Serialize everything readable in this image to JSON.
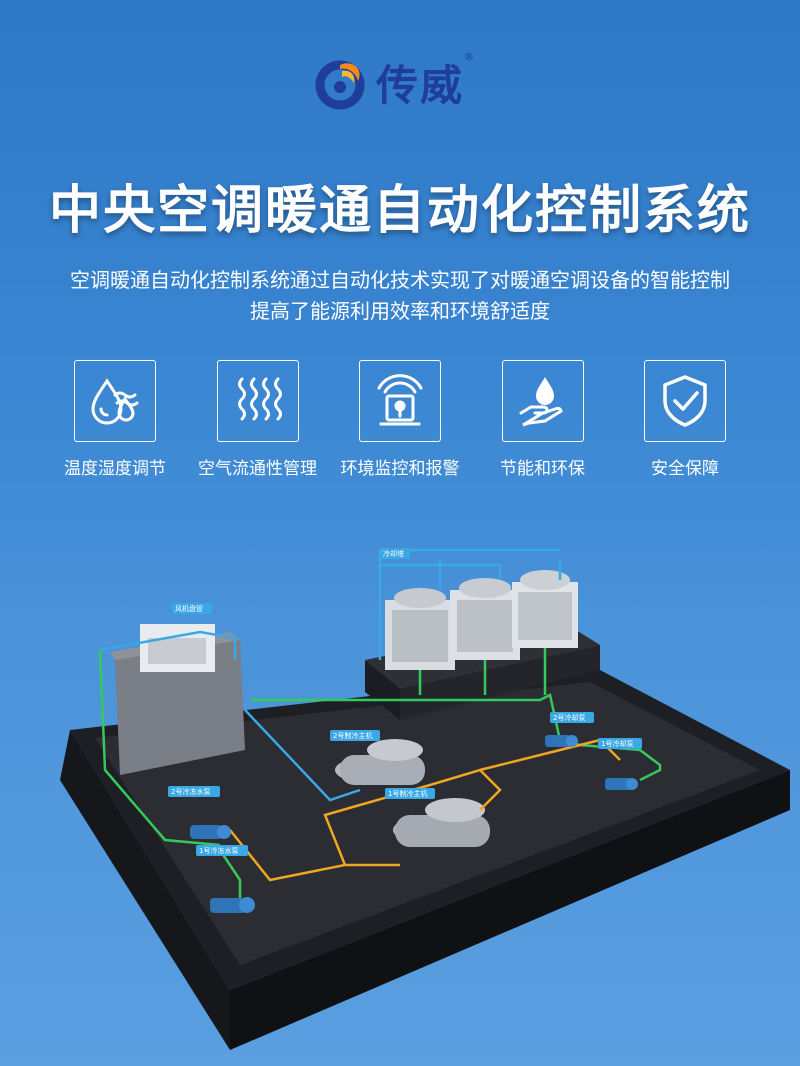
{
  "brand": {
    "name": "传威",
    "registered": "®"
  },
  "title": "中央空调暖通自动化控制系统",
  "description": {
    "line1": "空调暖通自动化控制系统通过自动化技术实现了对暖通空调设备的智能控制",
    "line2": "提高了能源利用效率和环境舒适度"
  },
  "features": [
    {
      "label": "温度湿度调节",
      "icon": "water-drops-icon"
    },
    {
      "label": "空气流通性管理",
      "icon": "airflow-icon"
    },
    {
      "label": "环境监控和报警",
      "icon": "alarm-light-icon"
    },
    {
      "label": "节能和环保",
      "icon": "hand-drop-icon"
    },
    {
      "label": "安全保障",
      "icon": "shield-check-icon"
    }
  ],
  "scene": {
    "labels": {
      "cooling_tower": "冷却塔",
      "air_handler": "风机盘管",
      "chiller_2": "2号制冷主机",
      "chiller_1": "1号制冷主机",
      "chilled_pump_2": "2号冷冻水泵",
      "chilled_pump_1": "1号冷冻水泵",
      "cooling_pump_2": "2号冷却泵",
      "cooling_pump_1": "1号冷却泵"
    }
  },
  "colors": {
    "background": "#3a86d2",
    "logo": "#1e3e9a",
    "floor": "#2b2d33",
    "pipe_green": "#35c85a",
    "pipe_yellow": "#f0a623",
    "pipe_blue": "#3aa8e6"
  }
}
